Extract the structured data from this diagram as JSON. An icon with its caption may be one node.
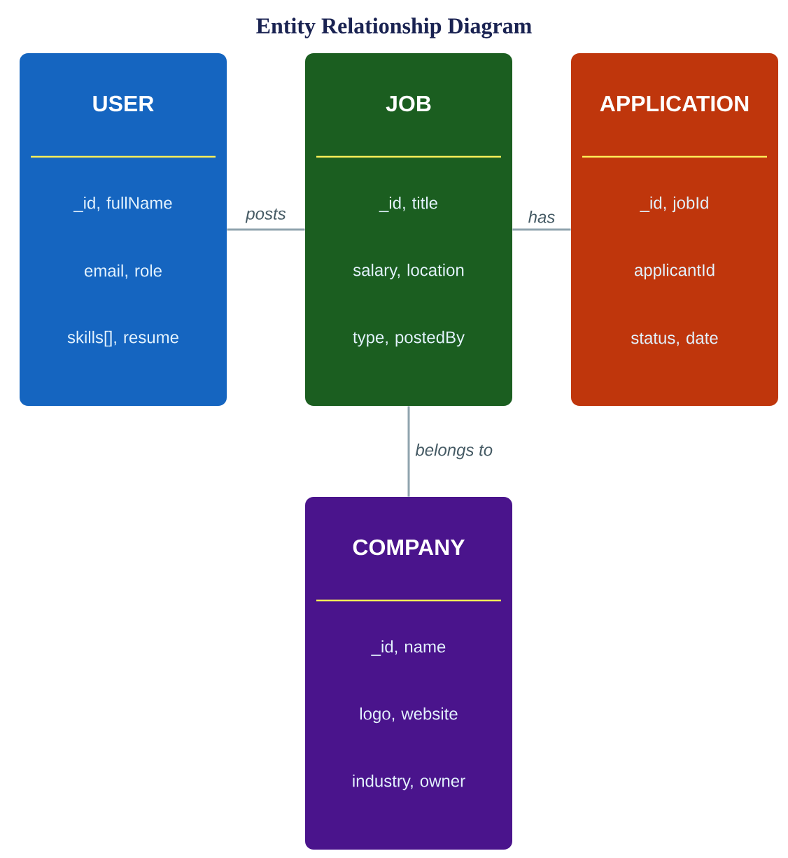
{
  "diagram": {
    "title": "Entity Relationship Diagram",
    "nodes": [
      {
        "text": [
          "USER",
          "_id, fullName",
          "email, role",
          "skills[], resume"
        ]
      },
      {
        "text": [
          "JOB",
          "_id, title",
          "salary, location",
          "type, postedBy"
        ]
      },
      {
        "text": [
          "APPLICATION",
          "_id, jobId",
          "applicantId",
          "status, date"
        ]
      },
      {
        "text": [
          "COMPANY",
          "_id, name",
          "logo, website",
          "industry, owner"
        ]
      }
    ],
    "edges": [
      {
        "from": 0,
        "to": 1,
        "arrow": "none",
        "label": "posts"
      },
      {
        "from": 1,
        "to": 2,
        "arrow": "none",
        "label": "has"
      },
      {
        "from": 1,
        "to": 3,
        "arrow": "none",
        "label": "belongs to"
      }
    ]
  }
}
